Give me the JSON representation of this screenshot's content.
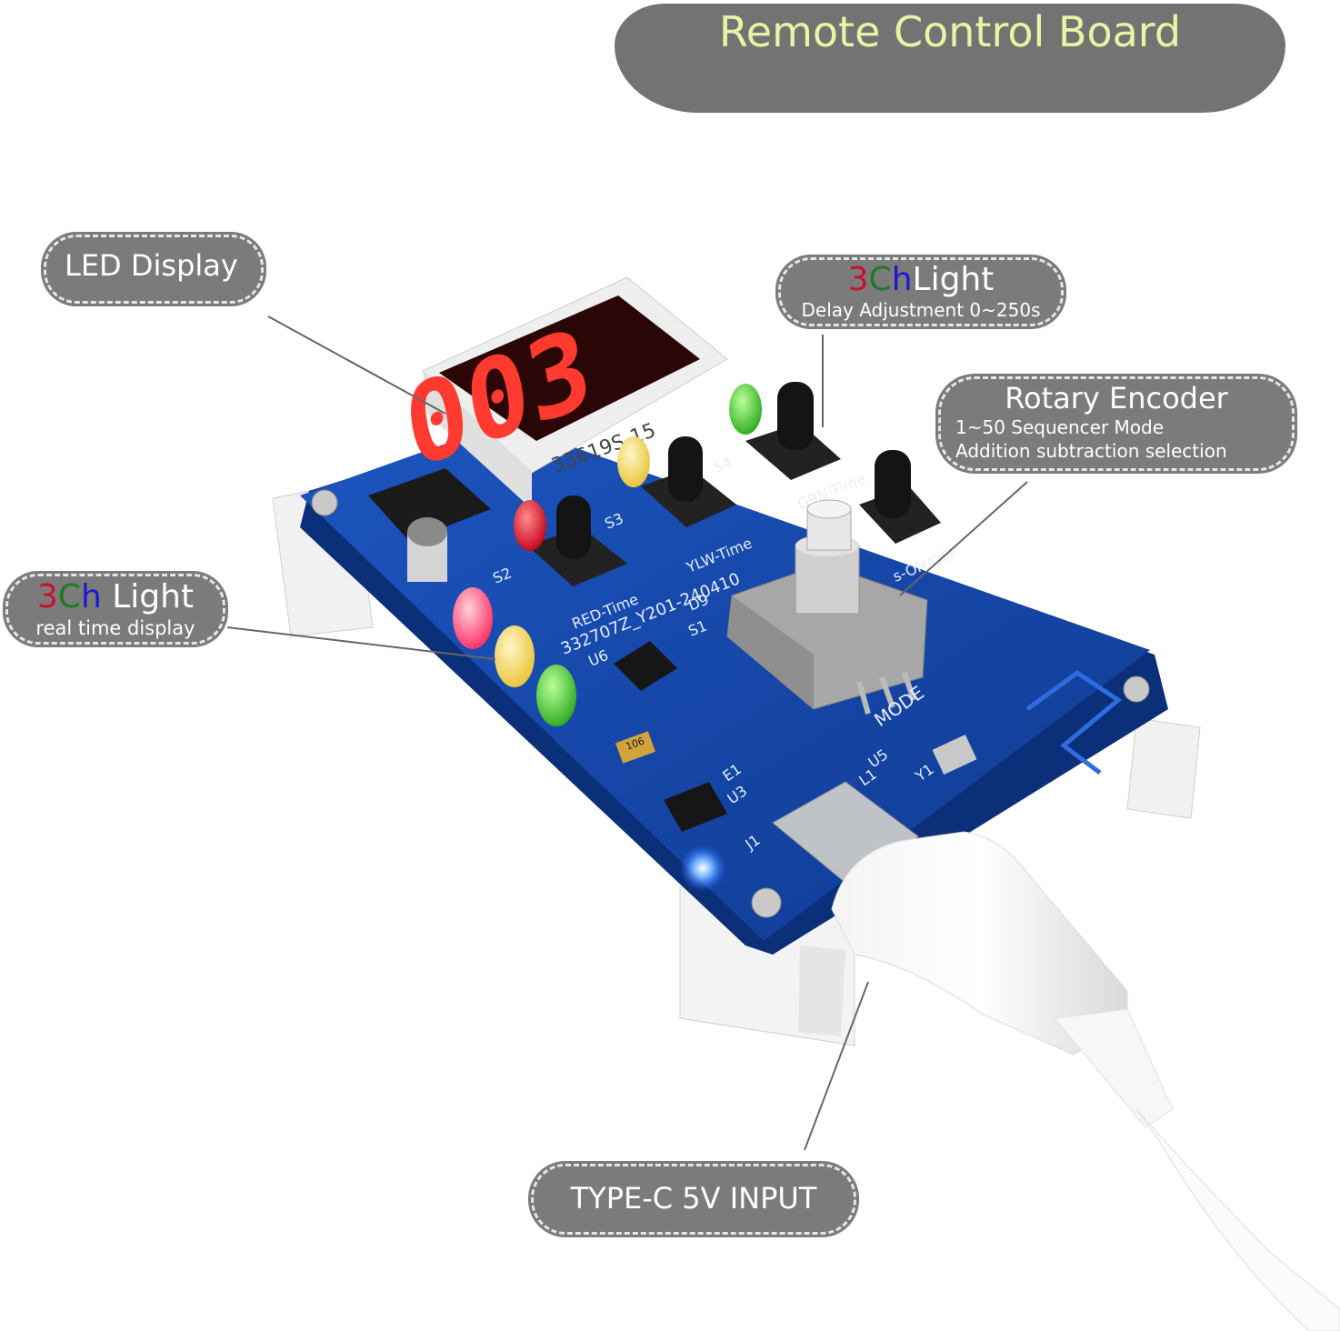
{
  "title": "Remote Control Board",
  "callouts": {
    "led_display": {
      "label": "LED Display"
    },
    "delay": {
      "prefix_3": "3",
      "prefix_c": "C",
      "prefix_h": "h",
      "word": "Light",
      "sub": "Delay Adjustment 0~250s"
    },
    "rotary": {
      "label": "Rotary Encoder",
      "sub1": "1~50 Sequencer Mode",
      "sub2": "Addition  subtraction selection"
    },
    "realtime": {
      "prefix_3": "3",
      "prefix_c": "C",
      "prefix_h": "h",
      "word": " Light",
      "sub": "real time display"
    },
    "typec": {
      "label": "TYPE-C 5V  INPUT"
    }
  },
  "board": {
    "display_digits": "003",
    "display_part": "33619S-15",
    "labels": {
      "red_time": "RED-Time",
      "ylw_time": "YLW-Time",
      "grn_time": "GRN-Time",
      "on_off": "s-ON/OFF",
      "mode": "MODE",
      "pcb_id": "332707Z_Y201-240410",
      "s1": "S1",
      "s2": "S2",
      "s3": "S3",
      "s4": "S4",
      "d9": "D9",
      "u6": "U6",
      "u5": "U5",
      "j1": "J1",
      "e1": "E1",
      "y1": "Y1",
      "l1": "L1",
      "u3": "U3",
      "cap_value": "106"
    }
  },
  "colors": {
    "callout_bg": "#7b7b7b",
    "title_text": "#e6f5a3",
    "board_blue": "#1446a8",
    "segment_red": "#ff3b2f",
    "ch_red": "#c8102e",
    "ch_green": "#1e7a1e",
    "ch_blue": "#1919d6"
  }
}
